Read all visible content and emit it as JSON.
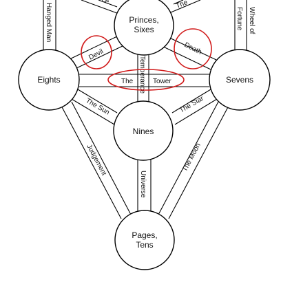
{
  "diagram": {
    "nodes": {
      "princes_sixes": {
        "line1": "Princes,",
        "line2": "Sixes"
      },
      "eights": {
        "label": "Eights"
      },
      "sevens": {
        "label": "Sevens"
      },
      "nines": {
        "label": "Nines"
      },
      "pages_tens": {
        "line1": "Pages,",
        "line2": "Tens"
      }
    },
    "paths": {
      "hanged_man": "Hanged Man",
      "wheel_of": "Wheel of",
      "fortune": "Fortune",
      "top_left_partial": "ce",
      "top_right_partial": "The",
      "devil": "Devil",
      "death": "Death",
      "temperance": "Temperance",
      "the": "The",
      "tower": "Tower",
      "the_sun": "The Sun",
      "the_star": "The Star",
      "judgement": "Judgement",
      "the_moon": "The Moon",
      "universe": "Universe"
    },
    "annotations": {
      "highlight_color": "#d11a1a",
      "circled": [
        "devil",
        "death",
        "the_tower"
      ]
    }
  }
}
